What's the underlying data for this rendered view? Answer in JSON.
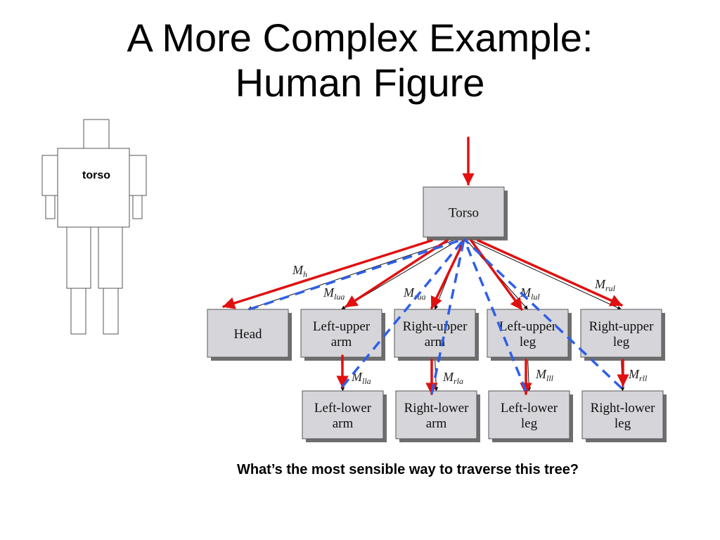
{
  "slide": {
    "title_line1": "A More Complex Example:",
    "title_line2": "Human Figure",
    "caption": "What’s the most sensible way to traverse this tree?"
  },
  "figure": {
    "torso_label": "torso"
  },
  "tree": {
    "root": {
      "id": "torso",
      "lines": [
        "Torso"
      ]
    },
    "children": [
      {
        "id": "head",
        "lines": [
          "Head"
        ],
        "matrix": {
          "base": "M",
          "sub": "h"
        }
      },
      {
        "id": "left-upper-arm",
        "lines": [
          "Left-upper",
          "arm"
        ],
        "matrix": {
          "base": "M",
          "sub": "lua"
        }
      },
      {
        "id": "right-upper-arm",
        "lines": [
          "Right-upper",
          "arm"
        ],
        "matrix": {
          "base": "M",
          "sub": "rua"
        }
      },
      {
        "id": "left-upper-leg",
        "lines": [
          "Left-upper",
          "leg"
        ],
        "matrix": {
          "base": "M",
          "sub": "lul"
        }
      },
      {
        "id": "right-upper-leg",
        "lines": [
          "Right-upper",
          "leg"
        ],
        "matrix": {
          "base": "M",
          "sub": "rul"
        }
      }
    ],
    "grandchildren": [
      {
        "id": "left-lower-arm",
        "parent": "left-upper-arm",
        "lines": [
          "Left-lower",
          "arm"
        ],
        "matrix": {
          "base": "M",
          "sub": "lla"
        }
      },
      {
        "id": "right-lower-arm",
        "parent": "right-upper-arm",
        "lines": [
          "Right-lower",
          "arm"
        ],
        "matrix": {
          "base": "M",
          "sub": "rla"
        }
      },
      {
        "id": "left-lower-leg",
        "parent": "left-upper-leg",
        "lines": [
          "Left-lower",
          "leg"
        ],
        "matrix": {
          "base": "M",
          "sub": "lll"
        }
      },
      {
        "id": "right-lower-leg",
        "parent": "right-upper-leg",
        "lines": [
          "Right-lower",
          "leg"
        ],
        "matrix": {
          "base": "M",
          "sub": "rll"
        }
      }
    ]
  },
  "colors": {
    "traversal_arrow": "#e01010",
    "return_path": "#2f5fe8",
    "node_fill": "#d6d6da",
    "node_shadow": "#6e6e6e"
  }
}
